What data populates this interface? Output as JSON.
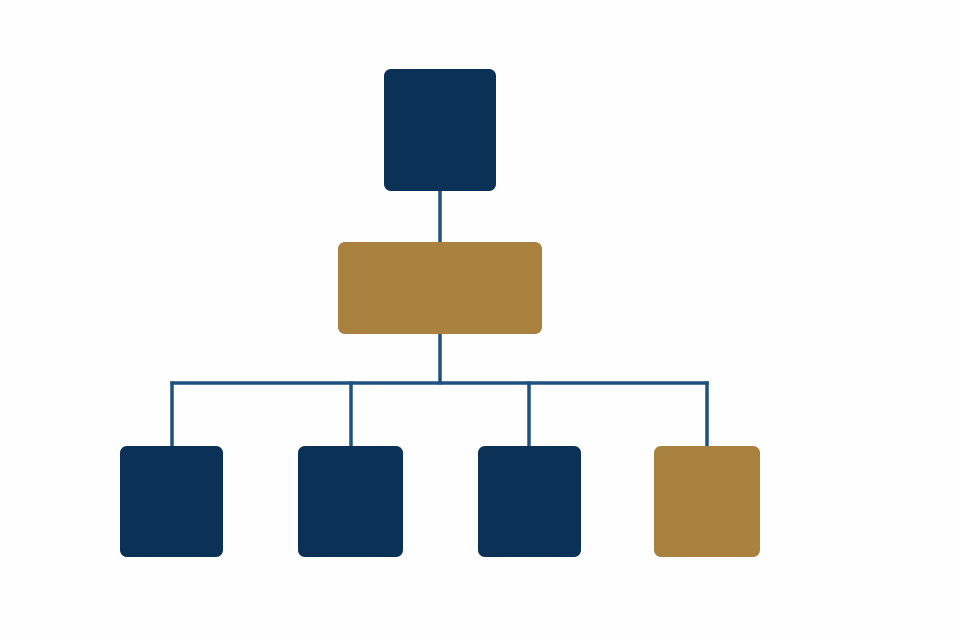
{
  "diagram": {
    "type": "org-chart",
    "colors": {
      "navy": "#0c3156",
      "gold": "#a98240",
      "connector": "#1e5180",
      "background": "#fefefe"
    },
    "nodes": [
      {
        "id": "top",
        "level": 0,
        "color": "navy",
        "label": ""
      },
      {
        "id": "middle",
        "level": 1,
        "color": "gold",
        "label": ""
      },
      {
        "id": "child-1",
        "level": 2,
        "color": "navy",
        "label": ""
      },
      {
        "id": "child-2",
        "level": 2,
        "color": "navy",
        "label": ""
      },
      {
        "id": "child-3",
        "level": 2,
        "color": "navy",
        "label": ""
      },
      {
        "id": "child-4",
        "level": 2,
        "color": "gold",
        "label": ""
      }
    ],
    "edges": [
      {
        "from": "top",
        "to": "middle"
      },
      {
        "from": "middle",
        "to": "child-1"
      },
      {
        "from": "middle",
        "to": "child-2"
      },
      {
        "from": "middle",
        "to": "child-3"
      },
      {
        "from": "middle",
        "to": "child-4"
      }
    ]
  }
}
